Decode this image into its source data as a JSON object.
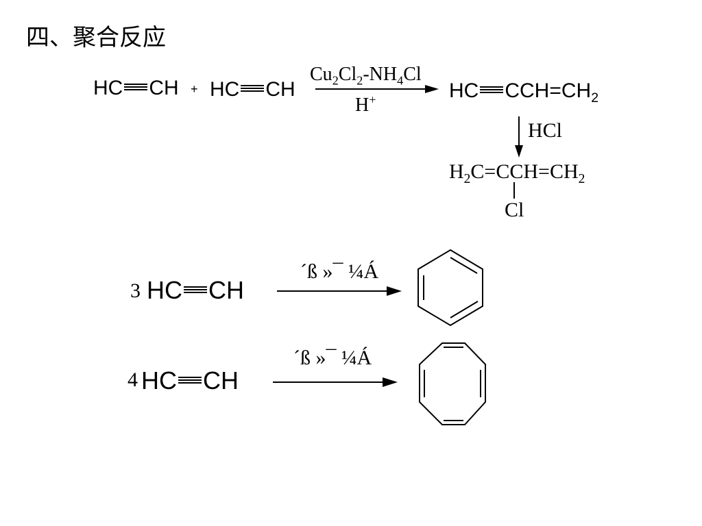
{
  "title": "四、聚合反应",
  "reaction1": {
    "r1_left": "HC",
    "r1_right": "CH",
    "plus": "+",
    "r2_left": "HC",
    "r2_right": "CH",
    "cond_cu": "Cu",
    "cond_cu_sub": "2",
    "cond_cl": "Cl",
    "cond_cl_sub": "2",
    "cond_nh": "-NH",
    "cond_nh_sub": "4",
    "cond_end": "Cl",
    "cond_h": "H",
    "cond_h_sup": "+",
    "p_left": "HC",
    "p_right": "CCH=CH",
    "p_sub": "2"
  },
  "reaction2": {
    "reagent": "HCl",
    "p_a": "H",
    "p_a_sub": "2",
    "p_b": "C=CCH=CH",
    "p_b_sub": "2",
    "p_sub_group": "Cl"
  },
  "reaction3": {
    "coef": "3",
    "left": "HC",
    "right": "CH",
    "cond": "´ß »¯ ¼Á"
  },
  "reaction4": {
    "coef": "4",
    "left": "HC",
    "right": "CH",
    "cond": "´ß »¯ ¼Á"
  }
}
